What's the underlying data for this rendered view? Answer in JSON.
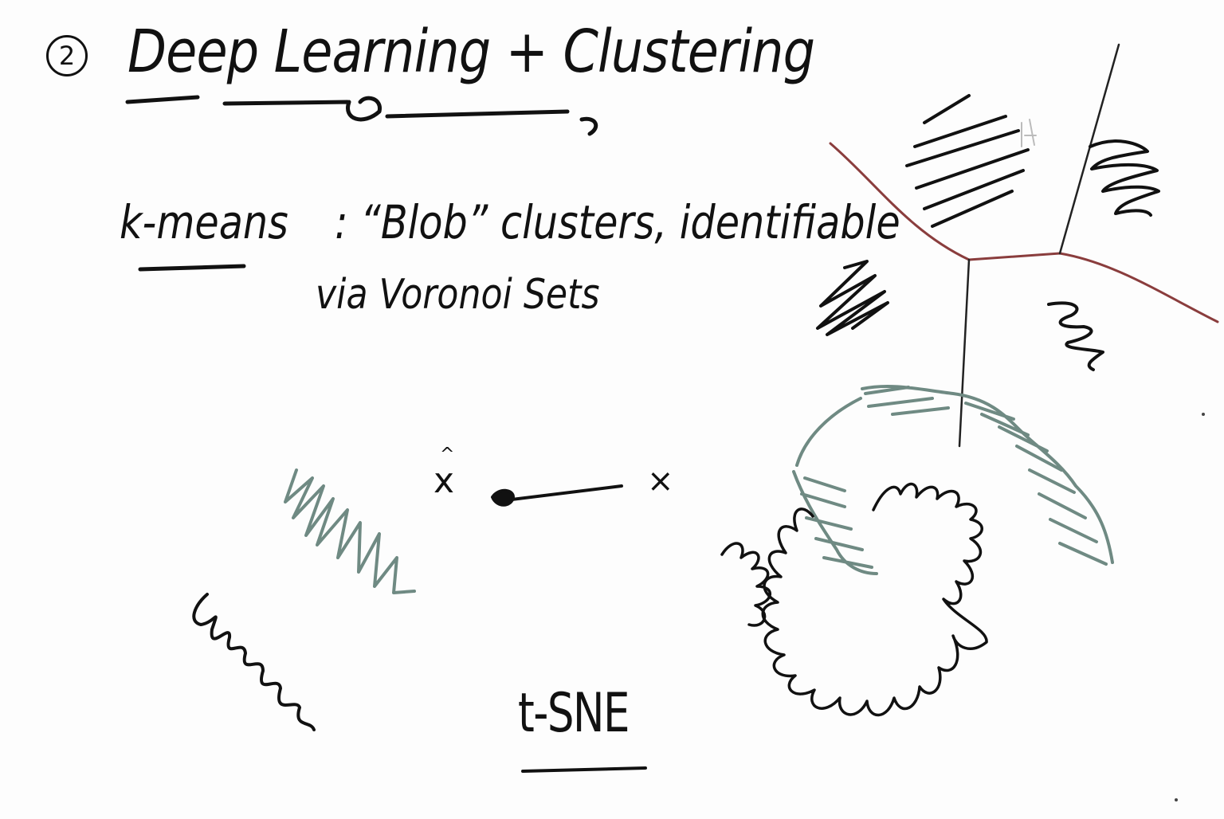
{
  "title": {
    "number": "2",
    "text": "Deep Learning + Clustering"
  },
  "kmeans": {
    "label": "k-means",
    "description": ": “Blob” clusters, identifiable",
    "description_line2": "via Voronoi Sets"
  },
  "middle_sketch": {
    "x_hat": "x",
    "hat_mark": "^",
    "x_mark": "×"
  },
  "tsne": {
    "label": "t-SNE"
  },
  "colors": {
    "ink": "#111111",
    "faded_ink": "#6f8a83",
    "voronoi_boundary": "#8a3d3d"
  }
}
